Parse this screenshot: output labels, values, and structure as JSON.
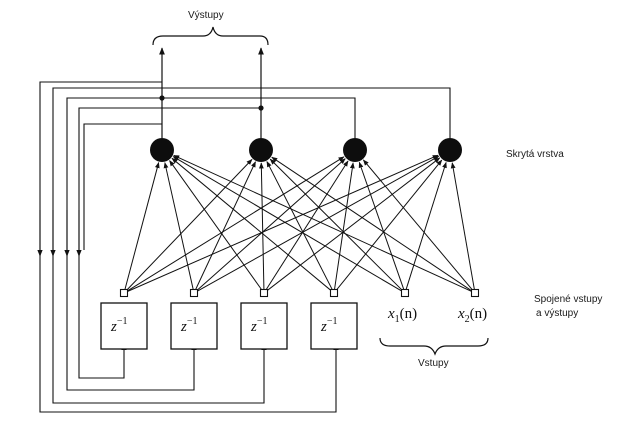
{
  "labels": {
    "outputs": "Výstupy",
    "hidden_layer": "Skrytá vrstva",
    "joined_line1": "Spojené vstupy",
    "joined_line2": "a výstupy",
    "inputs": "Vstupy"
  },
  "delay_units": [
    {
      "var": "z",
      "exp": "−1"
    },
    {
      "var": "z",
      "exp": "−1"
    },
    {
      "var": "z",
      "exp": "−1"
    },
    {
      "var": "z",
      "exp": "−1"
    }
  ],
  "external_inputs": [
    {
      "var": "x",
      "index": "1",
      "arg": "(n)"
    },
    {
      "var": "x",
      "index": "2",
      "arg": "(n)"
    }
  ],
  "neuron_count": 4,
  "colors": {
    "ink": "#111111",
    "neuron": "#0d0d0d",
    "background": "#ffffff"
  }
}
